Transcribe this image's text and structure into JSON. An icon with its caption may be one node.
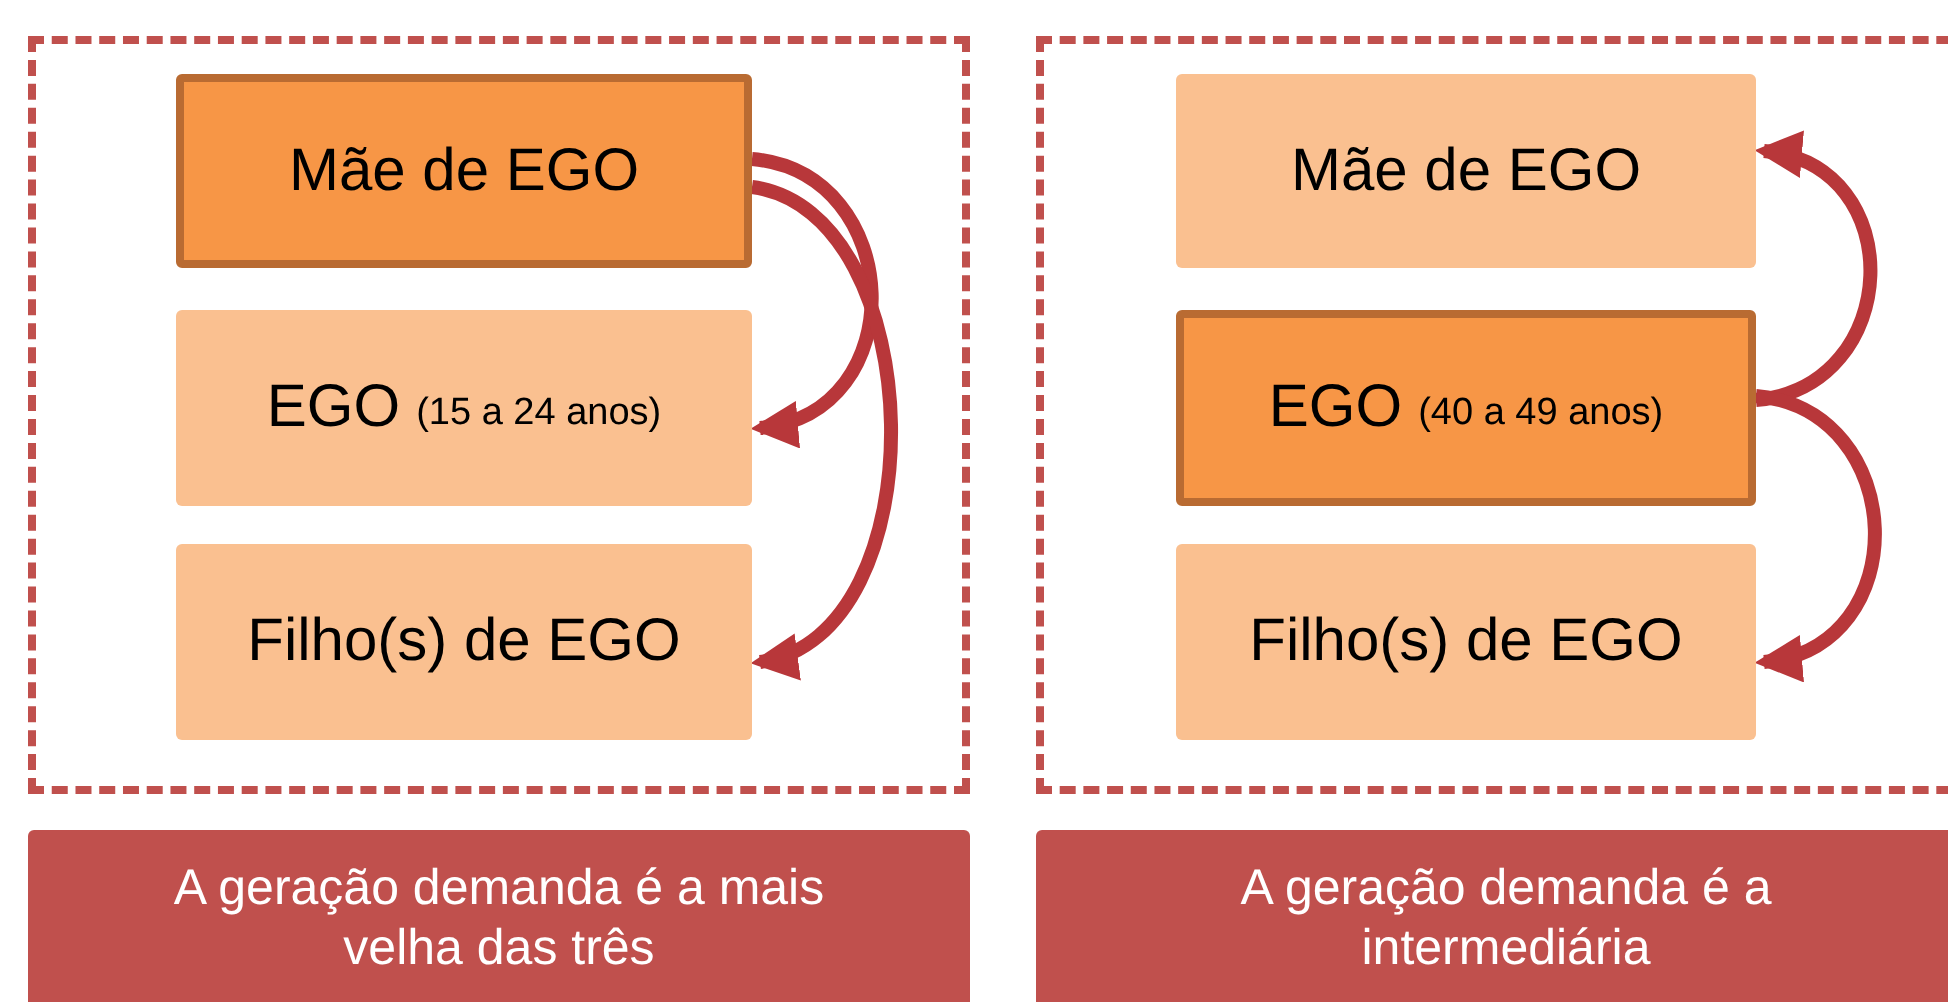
{
  "diagram": {
    "nodes": [
      {
        "text": [],
        "shape": "box"
      },
      {
        "text": [
          "Mãe de EGO"
        ],
        "in": 0
      },
      {
        "text": [
          "EGO",
          "(15 a 24 anos)"
        ],
        "in": 0
      },
      {
        "text": [
          "Filho(s) de EGO"
        ],
        "in": 0
      },
      {
        "text": [
          "A geração demanda é a mais velha das três"
        ]
      },
      {
        "text": [],
        "shape": "box"
      },
      {
        "text": [
          "Mãe de EGO"
        ],
        "in": 5
      },
      {
        "text": [
          "EGO",
          "(40 a 49 anos)"
        ],
        "in": 5
      },
      {
        "text": [
          "Filho(s) de EGO"
        ],
        "in": 5
      },
      {
        "text": [
          "A geração demanda é a intermediária"
        ]
      }
    ],
    "edges": [
      {
        "from": 1,
        "to": 2,
        "arrow": "to"
      },
      {
        "from": 1,
        "to": 3,
        "arrow": "to"
      },
      {
        "from": 7,
        "to": 6,
        "arrow": "to"
      },
      {
        "from": 7,
        "to": 8,
        "arrow": "to"
      }
    ]
  }
}
